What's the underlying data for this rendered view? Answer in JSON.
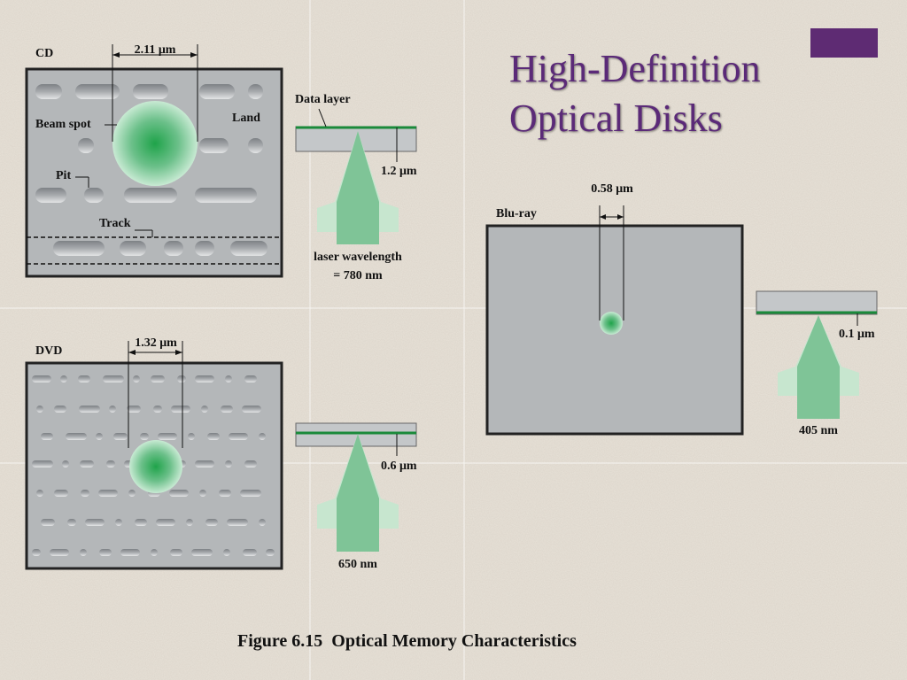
{
  "slide": {
    "title_line1": "High-Definition",
    "title_line2": "Optical Disks",
    "caption": "Figure 6.15  Optical Memory Characteristics"
  },
  "cd": {
    "label": "CD",
    "dimension": "2.11 μm",
    "beam_spot": "Beam spot",
    "land": "Land",
    "pit": "Pit",
    "track": "Track",
    "data_layer": "Data layer",
    "depth": "1.2 μm",
    "wavelength_line1": "laser wavelength",
    "wavelength_line2": "= 780 nm"
  },
  "dvd": {
    "label": "DVD",
    "dimension": "1.32 μm",
    "depth": "0.6 μm",
    "wavelength": "650 nm"
  },
  "bluray": {
    "label": "Blu-ray",
    "dimension": "0.58 μm",
    "depth": "0.1 μm",
    "wavelength": "405 nm"
  },
  "colors": {
    "title": "#5b2a78",
    "accent": "#5e2b73",
    "disk_surface": "#b4b7b9",
    "laser_green": "#7fc497",
    "data_layer_green": "#1a8a3a"
  }
}
